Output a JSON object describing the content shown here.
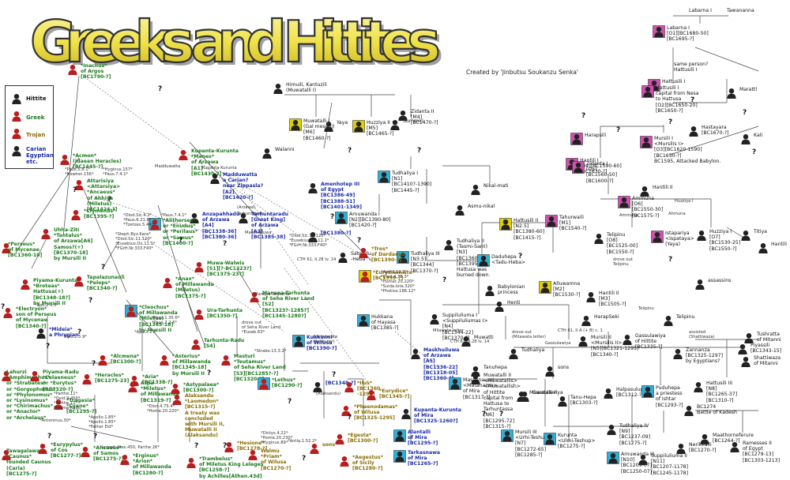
{
  "title": "Greeks and Hittites",
  "credit": "Created by 'Jinbutsu Soukanzu Senka'",
  "colors": {
    "hittite": "#111111",
    "greek": "#1a7a1a",
    "trojan": "#8a6d00",
    "egyptian": "#1a2aa8",
    "frame_pink": "#d050b0",
    "frame_cyan": "#30b0d8",
    "frame_yellow": "#e0d000"
  },
  "legend": {
    "hittite": "Hittite",
    "greek": "Greek",
    "trojan": "Trojan",
    "carian": "Carian\nEgyptian\netc."
  },
  "nodes": [
    {
      "text": "Labarna I",
      "c": "hit"
    },
    {
      "text": "Tawananna",
      "c": "hit"
    },
    {
      "text": "Labarna I\n[O1][BC1680-50]\n[BC1695-?]",
      "c": "hit"
    },
    {
      "text": "same person?\nHattusili I",
      "c": "hit"
    },
    {
      "text": "Hattusili I",
      "c": "hit"
    },
    {
      "text": "Hattusili I\ncapital from Nesa\nto Hattusa\n[O2][BC1650-20]\n[BC1650-?]",
      "c": "hit"
    },
    {
      "text": "Hastayara\n[BC1670-?]",
      "c": "hit"
    },
    {
      "text": "Marattl",
      "c": "hit"
    },
    {
      "text": "*Inachus*\nof Argos\n[BC1790-?]",
      "c": "grk"
    },
    {
      "text": "Himuili, Kantuzili\n(Muwatalli I)",
      "c": "hit"
    },
    {
      "text": "Muwatalli I\n(Gal mesedi)\n[M6]\n[BC1460-?]",
      "c": "hit"
    },
    {
      "text": "Huzziya II\n[M5]\n[BC1465-?]",
      "c": "hit"
    },
    {
      "text": "Summiri",
      "c": "hit"
    },
    {
      "text": "Walanni",
      "c": "hit"
    },
    {
      "text": "Yaya",
      "c": "hit"
    },
    {
      "text": "Zidanta II\n[M4]\n[BC1470-?]",
      "c": "hit"
    },
    {
      "text": "Harapsili",
      "c": "hit"
    },
    {
      "text": "Hantili I\n[O4][BC1590-60]\n[BC1630-?]",
      "c": "hit"
    },
    {
      "text": "Mursili I\n<Mursilis I>\n[O3][BC1620-1590]\n[BC1650-?]\nBC1595, Attacked Babylon.",
      "c": "hit"
    },
    {
      "text": "Kali",
      "c": "hit"
    },
    {
      "text": "*Acmon*\n(Idaean Heracles)\n[BC1445-?]",
      "c": "grk"
    },
    {
      "text": "Kupanta-Kurunta\n*Manes*\nof Arzawa\n[A1]\n[BC1430-?]",
      "c": "grk"
    },
    {
      "text": "Madduwatta\na Carian?\nnear Zippasla?\n[A2]\n[BC1420-?]",
      "c": "egy"
    },
    {
      "text": "Tudhaliya I\n[N1]\n[BC1410?-1390]\n[BC1445-?]",
      "c": "hit"
    },
    {
      "text": "Nikal-mati",
      "c": "hit"
    },
    {
      "text": "Zidanta I\n[O5]\n[BC1560-50]\n[BC1600-?]",
      "c": "hit"
    },
    {
      "text": "Ammuna\n[O6]\n[BC1550-30]\n[BC1575-?]",
      "c": "hit"
    },
    {
      "text": "Hantili II",
      "c": "hit"
    },
    {
      "text": "Attarisiya\n<Attarsiya>\n*Ancaeus*\nof Ahhiya\n(Miletus)\n[BC1424-?]",
      "c": "grk"
    },
    {
      "text": "Amenhotep III\nof Egypt\n[BC1386-49]\n[BC1388-51]\n[BC1401-1349]",
      "c": "egy"
    },
    {
      "text": "Arnuwanda I\n[N2][BC1390-80]\n[BC1420-?]",
      "c": "hit"
    },
    {
      "text": "Asmu-nikal",
      "c": "hit"
    },
    {
      "text": "*Clymenus*\n[BC1395-?]",
      "c": "grk"
    },
    {
      "text": "Uhha-Ziti\n*Tantalus*\nof Arzawa[A6]\nSamos?(+)\n[BC1370-18]\nby Mursili II",
      "c": "grk"
    },
    {
      "text": "Anzapahhadu\nof Arzawa\n[A4]\n[BC1338-36]\n[BC1380-36]",
      "c": "egy"
    },
    {
      "text": "Tarhuntaradu\n[Great King]\nof Arzawa\n[A3]\n[BC1385-38]",
      "c": "egy"
    },
    {
      "text": "[BC1380-?]",
      "c": "egy"
    },
    {
      "text": "*Alitherses*\nor *Enudus*\nor *Perilaus*\nor *Samus*\n[BC1400-?]",
      "c": "grk"
    },
    {
      "text": "Tudhaliya III\n[N3.5]\n[BC1344]\n[BC1370-?]",
      "c": "hit"
    },
    {
      "text": "Tudhaliya II\n(Tasmi-Sarri)\n[N3]\n[BC1360-44]\n[BC1395-?]\nHattusa was\nburned down.",
      "c": "hit"
    },
    {
      "text": "Daduhepa\n<Tadu-Heba>",
      "c": "hit"
    },
    {
      "text": "Hattusili II\n[N2.5]\n[BC1380-60]\n[BC1415-?]",
      "c": "hit"
    },
    {
      "text": "Tahurwaili\n[M1]\n[BC1540-?]",
      "c": "hit"
    },
    {
      "text": "Telipinu\n[O8]\n[BC1525-00]\n[BC1550-?]",
      "c": "hit"
    },
    {
      "text": "Istapariya\n<Ispataya>\n(Yaya)",
      "c": "hit"
    },
    {
      "text": "Huzziya I\n[O7]\n[BC1530-25]\n[BC1550-?]",
      "c": "hit"
    },
    {
      "text": "Titiya",
      "c": "hit"
    },
    {
      "text": "Hantili",
      "c": "hit"
    },
    {
      "text": "assassins",
      "c": "hit"
    },
    {
      "text": "*Perseus*\nof Mycenae\n[BC1360-10]",
      "c": "grk"
    },
    {
      "text": "Muwa-Walwis\n[S1][?-BC1323?]\n[BC1375-23?]",
      "c": "grk"
    },
    {
      "text": "Satandu\n-Heba",
      "c": "hit"
    },
    {
      "text": "*Tros*\nof Dardanus\n[BC1390-?]",
      "c": "tro"
    },
    {
      "text": "*Eurythemiste*\n[BC1359-?]",
      "c": "tro"
    },
    {
      "text": "Alluwamna\n[M2]\n[BC1530-?]",
      "c": "hit"
    },
    {
      "text": "Hantili II\n[M3]\n[BC1505-?]",
      "c": "hit"
    },
    {
      "text": "HarapSeki",
      "c": "hit"
    },
    {
      "text": "Telipinu",
      "c": "hit"
    },
    {
      "text": "Piyama-Kurunta\n*Broteas*\nHattusa(+)\n[BC1348-18?]\nby Mursili II",
      "c": "grk"
    },
    {
      "text": "Tapalazunauli\n*Pelops*\n[BC1340-?]",
      "c": "grk"
    },
    {
      "text": "*Anax*\nof Millawanda\n(Miletus)\n[BC1375-?]",
      "c": "grk"
    },
    {
      "text": "Ura-Tarhunta\n[BC1350-?]",
      "c": "grk"
    },
    {
      "text": "Manapa-Tarhunta\nof Seha River Land\n[S2]\n[BC1323?-1285?]\n[BC1345-1280?]",
      "c": "grk"
    },
    {
      "text": "Hukkana\nof Hayasa\n[BC1385-?]",
      "c": "hit"
    },
    {
      "text": "Babylonian\nprincess",
      "c": "hit"
    },
    {
      "text": "Henti",
      "c": "hit"
    },
    {
      "text": "Suppiluliuma I\n<Suppiluliumas I>\n[N4]\n[BC1344-22]\n[BC1370-?]",
      "c": "hit"
    },
    {
      "text": "*Electryon*\nson of Perseus\nof Mycenae\n[BC1340-?]",
      "c": "grk"
    },
    {
      "text": "*Mideia*\na Phrygian",
      "c": "egy"
    },
    {
      "text": "*Cleochus*\nof Millawanda\n(Miletus)\n[BC1365-18]\nby Mursili II",
      "c": "grk"
    },
    {
      "text": "Tarhunta-Radu\n[S4]",
      "c": "grk"
    },
    {
      "text": "Kukkunni\nof Wilusa\n[BC1390-?]",
      "c": "egy"
    },
    {
      "text": "Maskhuiluwa\nof Arzawa\n[A5]\n[BC1336-22]\n[BC1318-05]\n[BC1360-?]",
      "c": "egy"
    },
    {
      "text": "Muwatti",
      "c": "hit"
    },
    {
      "text": "Mursili II\n<Mursilis II>\n[N5][BC1321-1295]\n[BC1340-?]",
      "c": "hit"
    },
    {
      "text": "Gassulawiya\nof Hittite\n[BC1335-?]",
      "c": "hit"
    },
    {
      "text": "Zannanza\n[BC1325-1297]\nby Egyptians?",
      "c": "hit"
    },
    {
      "text": "Piyassili\n[BC1343-15]",
      "c": "hit"
    },
    {
      "text": "Tushratta\nof Mitanni",
      "c": "hit"
    },
    {
      "text": "Shattiwaza\nof Mitanni",
      "c": "hit"
    },
    {
      "text": "Lahurzi\n*Amphimachus*\nor *Strabates*\nor *Gorgophonus*\nor *Phylonomus*\nor *Lysinomus*\nor *Chirimachus*\nor *Anactor*\nor *Archelaus*",
      "c": "grk"
    },
    {
      "text": "Piyama-Radu\n*Celaeneus*\nor *Eurytus*\n[BC1320-?]",
      "c": "grk"
    },
    {
      "text": "*Alcmena*\n[BC1300-?]",
      "c": "grk"
    },
    {
      "text": "*Asterius*\nof Millawanda\n[BC1345-18]\nby Mursili II",
      "c": "grk"
    },
    {
      "text": "Masturi\n*Teutamus*\nof Seha River Land\n[S3][BC1285?-?]\n[BC1320-?]",
      "c": "grk"
    },
    {
      "text": "*Aria*\n[BC1338-?]",
      "c": "grk"
    },
    {
      "text": "*Heracles*\n[BC1275-23]",
      "c": "grk"
    },
    {
      "text": "Atpa\n*Miletus*\nof Millawanda\n[BC1319-?]",
      "c": "grk"
    },
    {
      "text": "*Astypalaea*\n[BC1300-?]",
      "c": "grk"
    },
    {
      "text": "*Lethus*\n[BC1290-?]",
      "c": "grk"
    },
    {
      "text": "[BC1348-?]",
      "c": "egy"
    },
    {
      "text": "*Ilus*\n[BC1360\n-1296]",
      "c": "tro"
    },
    {
      "text": "*Eurydice*\n[BC1345-?]",
      "c": "tro"
    },
    {
      "text": "Tudhaliya",
      "c": "hit"
    },
    {
      "text": "Tanuhepa",
      "c": "hit"
    },
    {
      "text": "sons",
      "c": "hit"
    },
    {
      "text": "Muwatalli II\n<Muwatallis>\n<Muwatallish>\nof Hittite\ncapital from\nHattusa to\nTarhuntassa\n[N6]\n[BC1295-72]\n[BC1315-?]",
      "c": "hit"
    },
    {
      "text": "Massanauzzi\n<Matanazza>\nof Mira\n[BC1317-?]",
      "c": "hit"
    },
    {
      "text": "Gassulawiya",
      "c": "hit"
    },
    {
      "text": "Halpasulupi\n[BC1312-?]",
      "c": "hit"
    },
    {
      "text": "Puduhepa\na priestess\nof Ishtar\n[BC1293-?]",
      "c": "hit"
    },
    {
      "text": "Hattusili III\n[N8]\n[BC1265-37]\n[BC1310-?]",
      "c": "hit"
    },
    {
      "text": "*Tragasia*\n*Cyane*\n[BC1295-?]",
      "c": "grk"
    },
    {
      "text": "Alaksandu\n*Laomedon*\n[BC1315-?]\nA treaty was\nconcluded\nwith Mursili II,\nMuwatalli II\n(Alaksandu)",
      "c": "tro"
    },
    {
      "text": "*Phaenodamas*\nof Wilusa\n[BC1325-1295]",
      "c": "tro"
    },
    {
      "text": "Kupanta-Kurunta\nof Mira\n[BC1325-1260?]",
      "c": "egy"
    },
    {
      "text": "Muwatalli II",
      "c": "hit"
    },
    {
      "text": "Tanu-Hepa\n[BC1303-?]",
      "c": "hit"
    },
    {
      "text": "BC1274\nBattle of Kadesh",
      "c": "hit"
    },
    {
      "text": "Tawagalawa\n*Caunus*\nfounded Caunus\n(Caria)\n[BC1275-?]",
      "c": "grk"
    },
    {
      "text": "*Eurypylus*\nof Cos\n[BC1277-?]",
      "c": "grk"
    },
    {
      "text": "*Ancaeus*\nof Samos\n[BC1275-?]",
      "c": "grk"
    },
    {
      "text": "*Erginus*\n*Arion*\nof Millawanda\n[BC1280-?]",
      "c": "grk"
    },
    {
      "text": "*Trambelus*\nof Miletus King Leleges\n[BC1258-?]\nby Achilles[Athen.43d]",
      "c": "grk"
    },
    {
      "text": "*Hesione*\n[BC1278-?]",
      "c": "tro"
    },
    {
      "text": "Walmu\n*Priam*\nof Wilusa\n[BC1270-?]",
      "c": "tro"
    },
    {
      "text": "sons",
      "c": "tro"
    },
    {
      "text": "*Egesta*\n[BC1300-?]",
      "c": "tro"
    },
    {
      "text": "*Aegestus*\nof Sicily\n[BC1280-?]",
      "c": "tro"
    },
    {
      "text": "Alantalli\nof Mira\n[BC1295-?]",
      "c": "egy"
    },
    {
      "text": "Tarkasnawa\nof Mira\n[BC1265-?]",
      "c": "egy"
    },
    {
      "text": "Mursili III\n<Urhi-Teshup>\n[N7]\n[BC1272-65]\n[BC1285-?]",
      "c": "hit"
    },
    {
      "text": "Kurunta\n<Ulmi-Teshup>\n[BC1275-?]",
      "c": "hit"
    },
    {
      "text": "Arnuwanda III\n[N10]\n[BC1209-07]\n[BC1250-07]",
      "c": "hit"
    },
    {
      "text": "Tudhaliya IV\n[N9]\n[BC1237-09]\n[BC1275-?]",
      "c": "hit"
    },
    {
      "text": "Suppiluliuma II\n[N11]\n[BC1207-1178]\n[BC1245-1178]",
      "c": "hit"
    },
    {
      "text": "Nerikkaili\n[BC1270-?]",
      "c": "hit"
    },
    {
      "text": "Maathorneferure\n[BC1264-?]",
      "c": "hit"
    },
    {
      "text": "Ramesses II\nof Egypt\n[BC1279-13]\n[BC1303-1213]",
      "c": "hit"
    }
  ],
  "annotations": [
    "*Paus.5.8.1*\n*Newton.156*",
    "*Hyginus.157*\n*Paus.7.4.1*",
    "Madduwatta",
    "Kupanta-Kurunta",
    "(Arzawa)",
    "Tarhuntaradu",
    "Maskhuiluwa",
    "*Diod.Sic.4.2*\n*Paus.6.21.6*\n*Tzetzes.5.440*",
    "*Paus.7.4.1*",
    "*Steph.Byz.Kara*\n*Diod.Sic.11.120*\n*Eusebius.Ox.11.1*\n*FGrH.Nr.333.F40*",
    "*Diod.Sic.11.120*\n*Eusebius.Ox.11.1*\n*FGrH.Nr.333.F40*",
    "CTH 61, II.28 Iv. 14",
    "Manapa-Tarhunta",
    "drove out\nof Seha River Land\n*Euseb.63*",
    "*Apo.3.12.2*\n*Diod.4.75.3*\n*Homer.20.220*\n*Suida.Iota.320*\n*Photios.186.12*",
    "*Apo.2.4.5*",
    "*Apo.2.5.9*",
    "*Apo.3.1.2*",
    "*Paus.1.35.6*\n*Paus.7.2.5*",
    "*Strabo.13.3.2*",
    "*Parthe.11*\n*Ovid.9.450*\n*Parthe.11*\nPiyama-Radu",
    "*Antoninus.30*",
    "*Apollo.1.85*\n*Apollo.1.85*\n*Father Eid*",
    "*Lycoph.Alex.450, Parthe.26*",
    "*Diod.4.75.4*\n*Home.20.220*",
    "*Dictys.4.22*\n*Home.20.230*\n*Hyginus.89*",
    "*Antiq.1.52.2*",
    "(Alaksandu)",
    "confederate\n(Kukkunni)",
    "Milawata letter",
    "CTH 61, II.28 Iv. 14",
    "drove out\n(Milawata letter)",
    "CTH 61, II A (+ B) c. 1",
    "Gassulawiya",
    "assisted\n(Shattiwaza)",
    "Telipinu",
    "Ammuna",
    "Huzziya I",
    "drove out\nTelipinu",
    "Ahmuna"
  ]
}
